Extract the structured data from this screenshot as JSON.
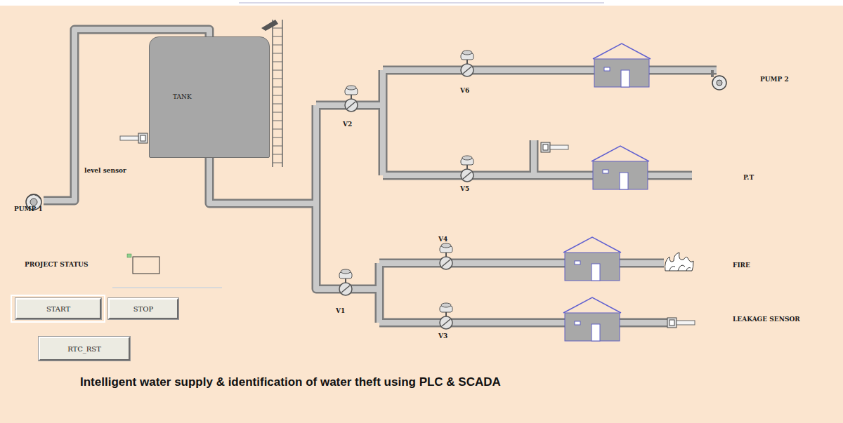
{
  "diagram": {
    "title": "Intelligent water supply & identification of water theft using PLC & SCADA",
    "nodes": [
      {
        "text": [
          "TANK"
        ]
      },
      {
        "text": [
          "START"
        ]
      },
      {
        "text": [
          "STOP"
        ]
      },
      {
        "text": [
          "RTC_RST"
        ]
      }
    ],
    "labels": [
      "level sensor",
      "PUMP 1",
      "V2",
      "V6",
      "PUMP 2",
      "V5",
      "P.T",
      "V4",
      "FIRE",
      "V1",
      "V3",
      "LEAKAGE SENSOR",
      "PROJECT STATUS"
    ]
  }
}
